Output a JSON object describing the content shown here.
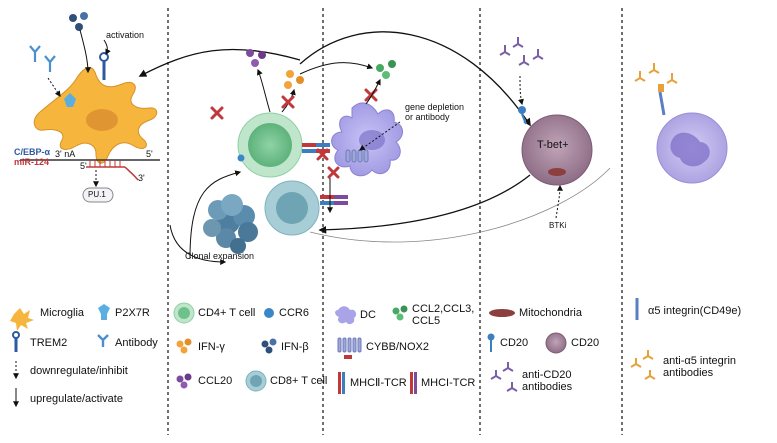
{
  "diagram": {
    "top": {
      "activation": "activation",
      "cebp": "C/EBP-α",
      "mir124": "miR-124",
      "three_na": "3' nA",
      "five_prime_a": "5'",
      "five_prime_b": "5'",
      "three_prime": "3'",
      "pu1": "PU.1",
      "gene_depletion_1": "gene depletion",
      "gene_depletion_2": "or antibody",
      "tbet": "T-bet+",
      "btki": "BTKi",
      "clonal_expansion": "Clonal expansion"
    },
    "legend": {
      "microglia": "Microglia",
      "p2x7r": "P2X7R",
      "trem2": "TREM2",
      "antibody": "Antibody",
      "downregulate": "downregulate/inhibit",
      "upregulate": "upregulate/activate",
      "cd4": "CD4+ T cell",
      "ccr6": "CCR6",
      "ifng": "IFN-γ",
      "ifnb": "IFN-β",
      "ccl20": "CCL20",
      "cd8": "CD8+ T cell",
      "dc": "DC",
      "ccl_1": "CCL2,CCL3,",
      "ccl_2": "CCL5",
      "cybb": "CYBB/NOX2",
      "mhc2": "MHCⅡ-TCR",
      "mhc1": "MHCI-TCR",
      "mito": "Mitochondria",
      "cd20_a": "CD20",
      "cd20_b": "CD20",
      "anti_cd20_1": "anti-CD20",
      "anti_cd20_2": "antibodies",
      "a5": "α5 integrin(CD49e)",
      "anti_a5_1": "anti-α5 integrin",
      "anti_a5_2": "antibodies"
    },
    "colors": {
      "microglia": "#f6b53c",
      "cd4_outer": "#b9e0c2",
      "cd4_inner": "#6cc28a",
      "cd8": "#8fb9c4",
      "dc": "#a9a4e8",
      "bcell": "#a5859d",
      "ifng": "#f2a33a",
      "ifnb": "#2f4f7a",
      "ccl20": "#7d4b9c",
      "ccl": "#4aa865",
      "ccr6": "#3a87c8",
      "red_x": "#c0383a",
      "neutrophil": "#a79cdc",
      "antibody_purple": "#7b5ea8",
      "antibody_orange": "#e5a23c"
    }
  }
}
